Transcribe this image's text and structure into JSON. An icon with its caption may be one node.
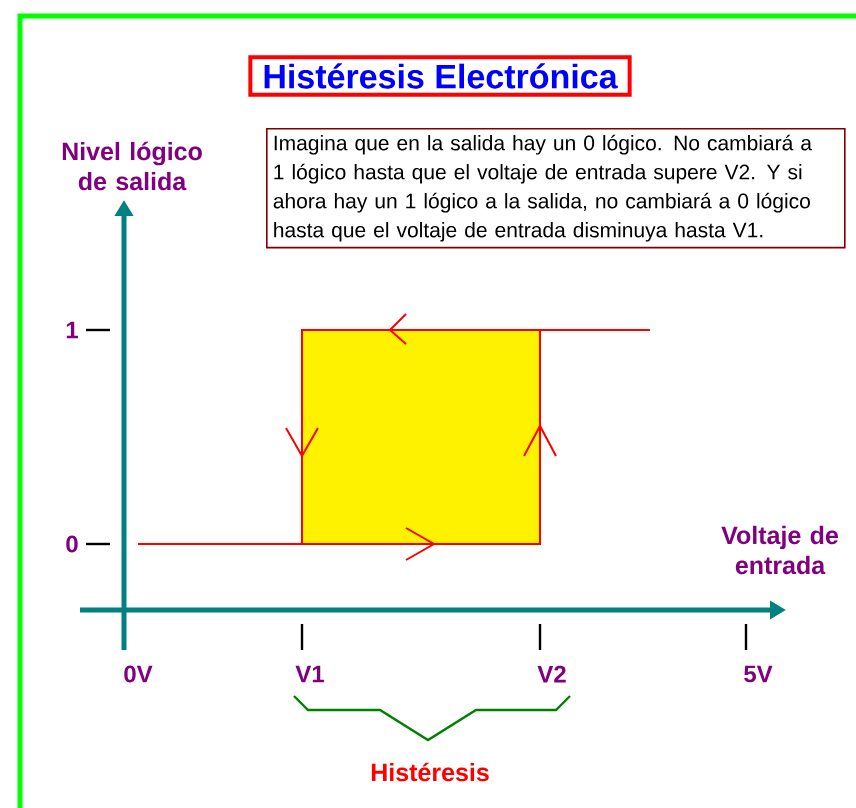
{
  "diagram": {
    "title": "Histéresis Electrónica",
    "nodes": [
      {
        "text": [
          "Imagina que en la salida hay un 0 lógico. No cambiará a 1 lógico hasta que el voltaje de entrada supere V2. Y si ahora hay un 1 lógico a la salida, no cambiará a 0 lógico hasta que el voltaje de entrada disminuya hasta V1."
        ]
      }
    ],
    "labels": [
      "Nivel lógico de salida",
      "1",
      "0",
      "Voltaje de entrada",
      "0V",
      "V1",
      "V2",
      "5V",
      "Histéresis"
    ]
  }
}
